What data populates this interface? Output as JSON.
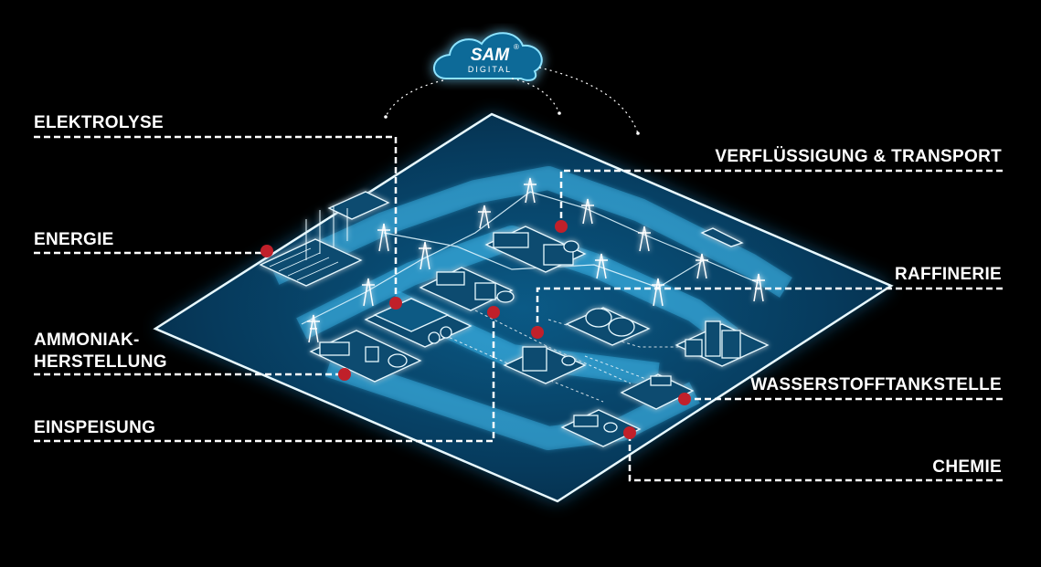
{
  "brand": {
    "logo_text": "SAM",
    "logo_subtext": "DIGITAL",
    "registered_mark": "®"
  },
  "colors": {
    "background": "#000000",
    "glow": "#2fb6ff",
    "platform_edge": "#e8f9ff",
    "platform_fill": "#06324f",
    "marker": "#c0202a",
    "line": "#ffffff"
  },
  "labels": {
    "elektrolyse": "ELEKTROLYSE",
    "energie": "ENERGIE",
    "ammoniak_line1": "AMMONIAK-",
    "ammoniak_line2": "HERSTELLUNG",
    "einspeisung": "EINSPEISUNG",
    "verfluessigung": "VERFLÜSSIGUNG & TRANSPORT",
    "raffinerie": "RAFFINERIE",
    "wasserstofftankstelle": "WASSERSTOFFTANKSTELLE",
    "chemie": "CHEMIE"
  }
}
